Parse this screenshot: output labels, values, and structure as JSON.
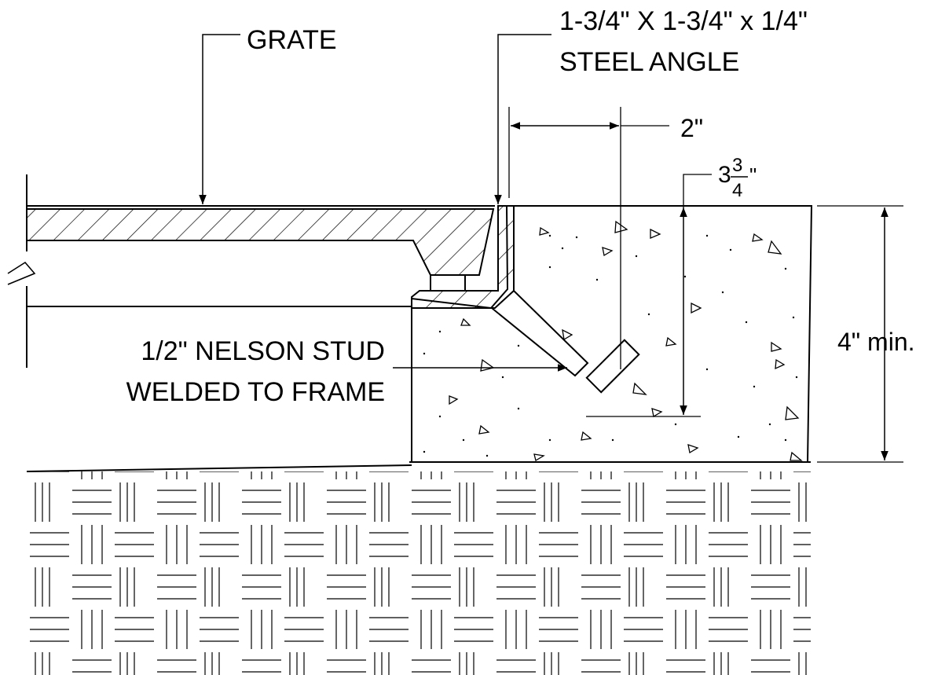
{
  "labels": {
    "grate": "GRATE",
    "angle_line1": "1-3/4\" X 1-3/4\" x 1/4\"",
    "angle_line2": "STEEL ANGLE",
    "dim_2in": "2\"",
    "dim_334_whole": "3",
    "dim_334_num": "3",
    "dim_334_den": "4",
    "dim_334_inch": "\"",
    "dim_4min": "4\" min.",
    "stud_line1": "1/2\" NELSON STUD",
    "stud_line2": "WELDED TO FRAME"
  }
}
